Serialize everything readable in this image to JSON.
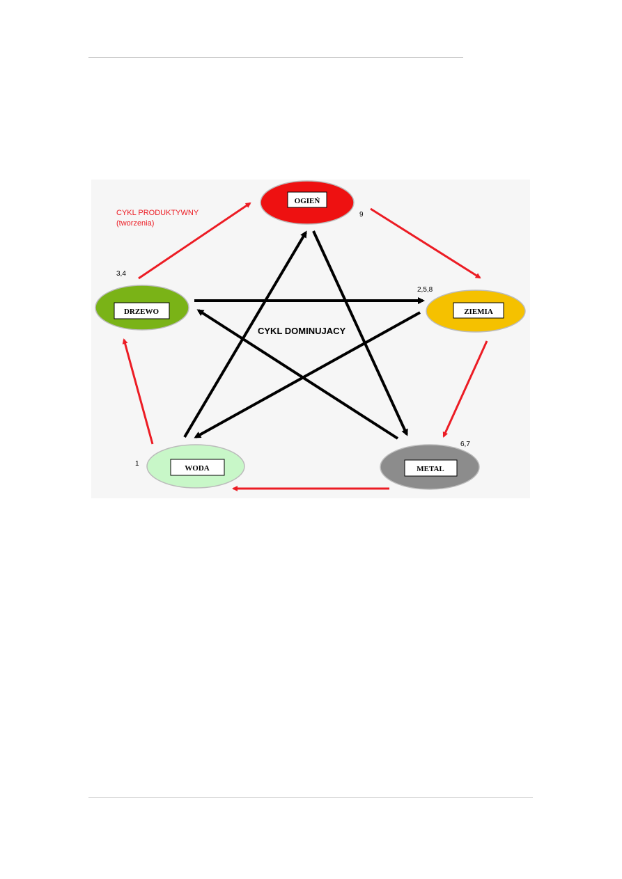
{
  "page": {
    "rules": [
      "top",
      "bottom"
    ]
  },
  "diagram": {
    "productive_cycle_label_line1": "CYKL PRODUKTYWNY",
    "productive_cycle_label_line2": "(tworzenia)",
    "dominating_cycle_label": "CYKL DOMINUJACY",
    "colors": {
      "background": "#f6f6f6",
      "productive_arrow": "#ec1c24",
      "dominating_arrow": "#000000",
      "productive_label": "#ec1c24"
    },
    "elements": {
      "ogien": {
        "label": "OGIEŃ",
        "number": "9",
        "color": "#ee1111"
      },
      "ziemia": {
        "label": "ZIEMIA",
        "number": "2,5,8",
        "color": "#f5c100"
      },
      "metal": {
        "label": "METAL",
        "number": "6,7",
        "color": "#8c8c8c"
      },
      "woda": {
        "label": "WODA",
        "number": "1",
        "color": "#c8f7c8"
      },
      "drzewo": {
        "label": "DRZEWO",
        "number": "3,4",
        "color": "#7ab317"
      }
    },
    "productive_cycle": [
      "drzewo",
      "ogien",
      "ziemia",
      "metal",
      "woda",
      "drzewo"
    ],
    "dominating_cycle": [
      [
        "drzewo",
        "ziemia"
      ],
      [
        "ziemia",
        "woda"
      ],
      [
        "woda",
        "ogien"
      ],
      [
        "ogien",
        "metal"
      ],
      [
        "metal",
        "drzewo"
      ]
    ]
  }
}
